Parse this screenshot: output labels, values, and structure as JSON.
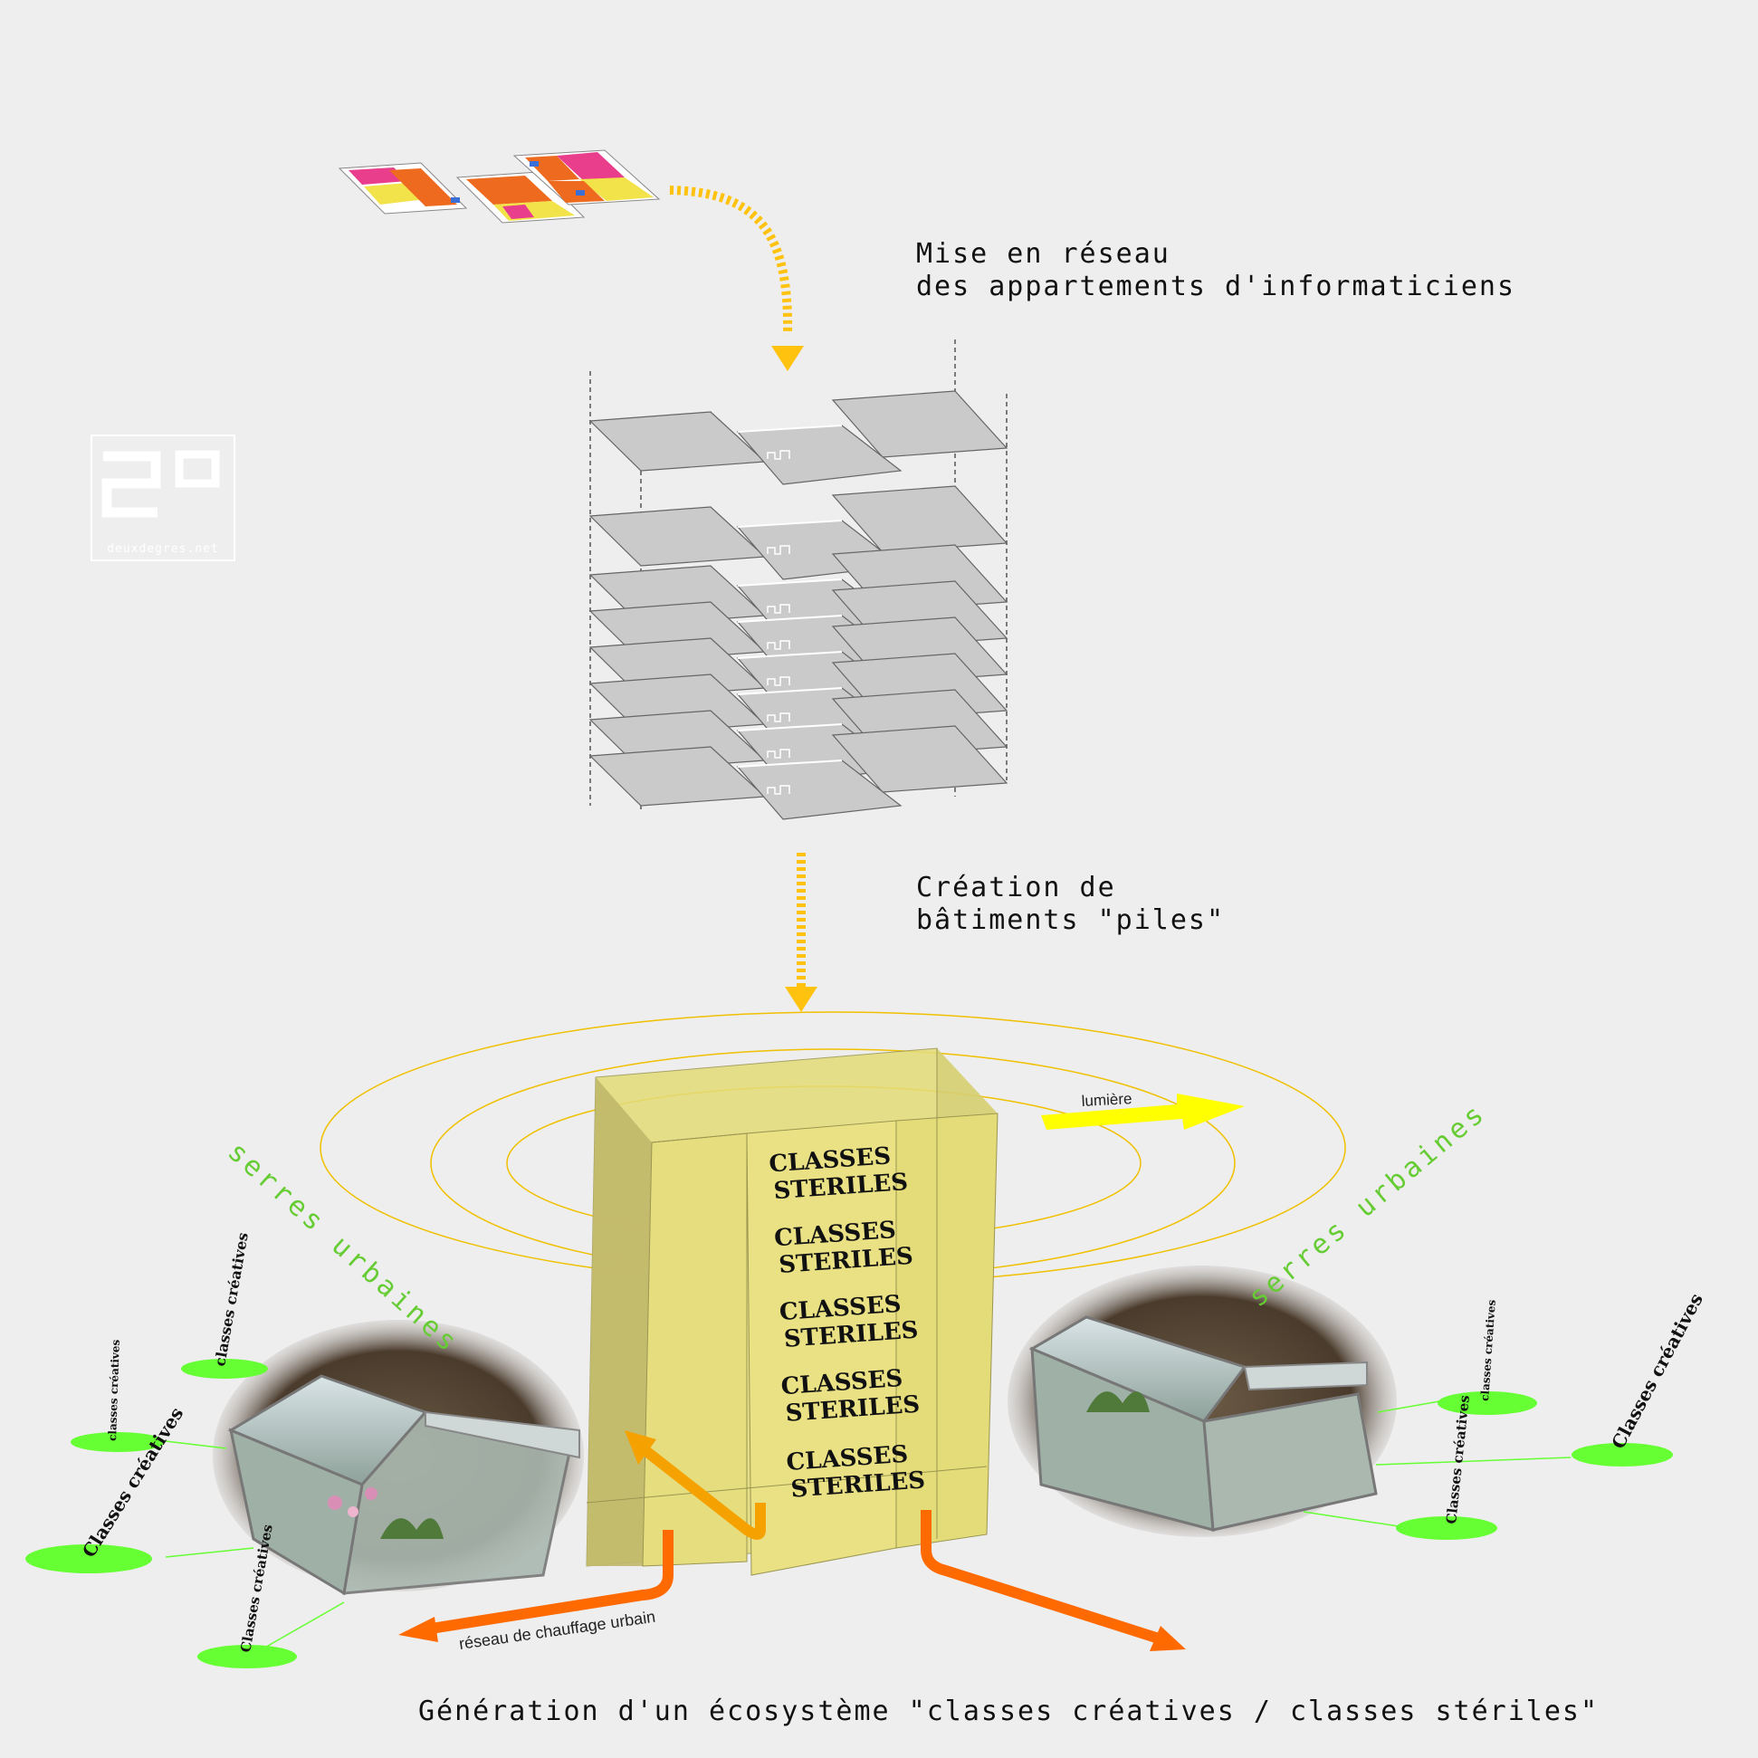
{
  "captions": {
    "network_line1": "Mise en réseau",
    "network_line2": "des appartements d'informaticiens",
    "stack_line1": "Création de",
    "stack_line2": "bâtiments \"piles\"",
    "ecosystem": "Génération d'un écosystème \"classes créatives / classes stériles\""
  },
  "logo": {
    "text": "deuxdegres.net"
  },
  "tower": {
    "labels": [
      {
        "line1": "CLASSES",
        "line2": "STERILES"
      },
      {
        "line1": "CLASSES",
        "line2": "STERILES"
      },
      {
        "line1": "CLASSES",
        "line2": "STERILES"
      },
      {
        "line1": "CLASSES",
        "line2": "STERILES"
      },
      {
        "line1": "CLASSES",
        "line2": "STERILES"
      }
    ],
    "light_label": "lumière",
    "heating_label": "réseau de chauffage urbain"
  },
  "greenhouses": {
    "left_label": "serres urbaines",
    "right_label": "serres urbaines"
  },
  "creative_tags": {
    "left": [
      "classes créatives",
      "classes créatives",
      "Classes créatives",
      "Classes créatives"
    ],
    "right": [
      "classes créatives",
      "Classes créatives",
      "Classes créatives"
    ]
  },
  "colors": {
    "background": "#eeeeee",
    "arrow_yellow": "#ffc20e",
    "tower_fill": "#e4dc78",
    "heat_orange": "#ff6a00",
    "light_yellow": "#ffff00",
    "tag_green": "#66ff33",
    "greenhouse_text": "#66cc33"
  }
}
